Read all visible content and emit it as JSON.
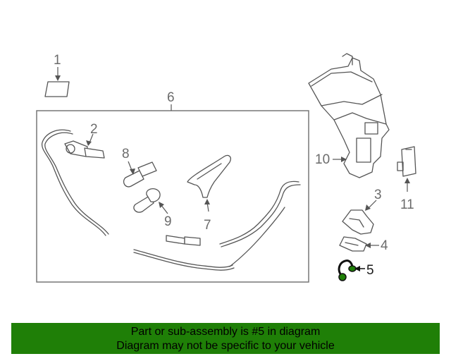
{
  "callouts": {
    "c1": "1",
    "c2": "2",
    "c3": "3",
    "c4": "4",
    "c5": "5",
    "c6": "6",
    "c7": "7",
    "c8": "8",
    "c9": "9",
    "c10": "10",
    "c11": "11"
  },
  "highlight_part": "5",
  "colors": {
    "highlight": "#1f7f07",
    "line": "#555555",
    "label": "#6b6b6b"
  },
  "banner": {
    "line1": "Part or sub-assembly is #5 in diagram",
    "line2": "Diagram may not be specific to your vehicle"
  }
}
